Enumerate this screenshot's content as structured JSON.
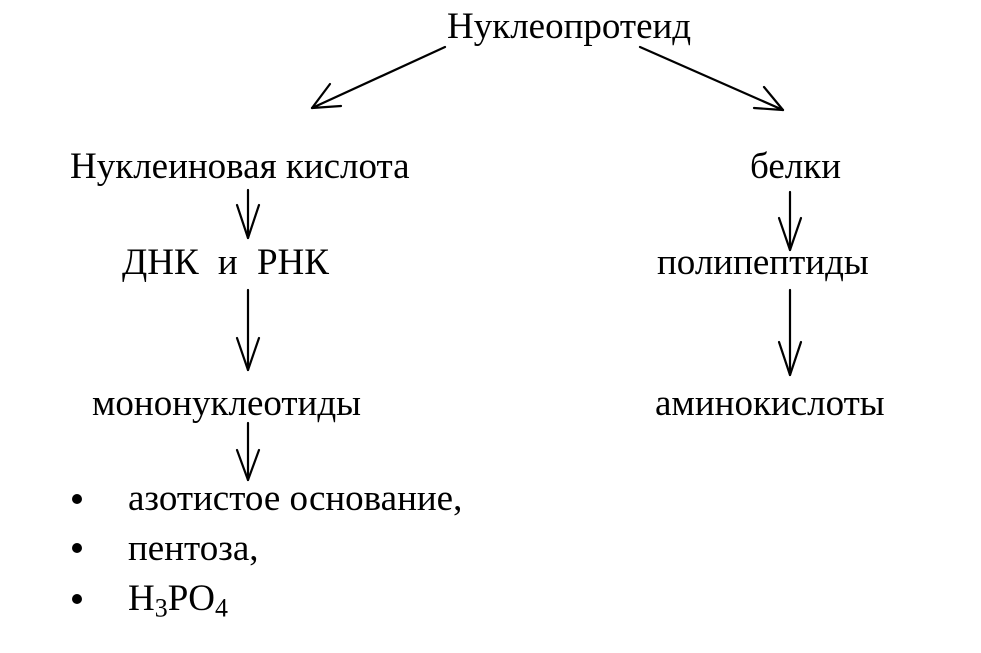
{
  "root": "Нуклеопротеид",
  "left": {
    "title": "Нуклеиновая кислота",
    "types": {
      "dna": "ДНК",
      "conj": "и",
      "rna": "РНК"
    },
    "monomers": "мононуклеотиды",
    "components": [
      "азотистое основание,",
      "пентоза,"
    ],
    "acid": {
      "h": "H",
      "h_sub": "3",
      "po": "PO",
      "po_sub": "4"
    }
  },
  "right": {
    "title": "белки",
    "polymers": "полипептиды",
    "monomers": "аминокислоты"
  }
}
